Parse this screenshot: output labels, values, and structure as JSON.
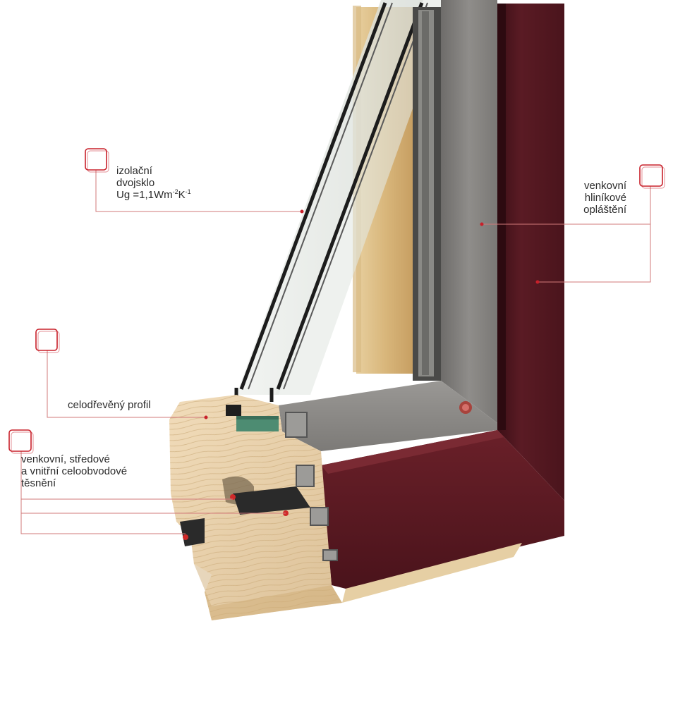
{
  "labels": {
    "glazing": {
      "line1": "izolační",
      "line2": "dvojsklo",
      "line3_prefix": "Ug =1,1Wm",
      "line3_exp1": "-2",
      "line3_mid": "K",
      "line3_exp2": "-1"
    },
    "cladding": {
      "line1": "venkovní",
      "line2": "hliníkové",
      "line3": "opláštění"
    },
    "profile": {
      "line1": "celodřevěný profil"
    },
    "seals": {
      "line1": "venkovní, středové",
      "line2": "a vnitřní celoobvodové",
      "line3": "těsnění"
    }
  },
  "icons": [
    "callout-box-icon",
    "callout-box-icon",
    "callout-box-icon",
    "callout-box-icon"
  ],
  "colors": {
    "accent": "#c8202a",
    "leader": "#d27a7a",
    "aluminium_exterior": "#5a1a22",
    "aluminium_inner": "#8a8885",
    "wood": "#e2c9a0",
    "glass": "#cfd6d3"
  }
}
